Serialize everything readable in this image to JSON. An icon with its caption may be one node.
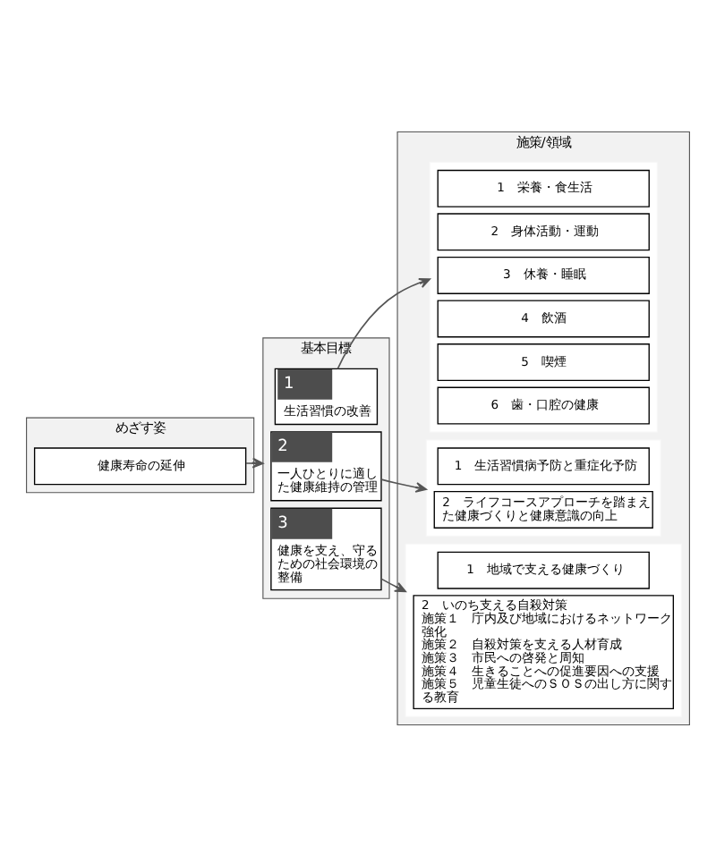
{
  "diagram": {
    "nodes": [
      {
        "text": [
          "めざす姿"
        ]
      },
      {
        "text": [
          "健康寿命の延伸"
        ],
        "in": 0
      },
      {
        "text": [
          "基本目標"
        ]
      },
      {
        "text": [
          "1",
          "生活習慣の改善"
        ],
        "in": 2
      },
      {
        "text": [
          "2",
          "一人ひとりに適した健康維持の管理"
        ],
        "in": 2
      },
      {
        "text": [
          "3",
          "健康を支え、守るための社会環境の整備"
        ],
        "in": 2
      },
      {
        "text": [
          "施策/領域"
        ]
      },
      {
        "text": [],
        "shape": "box",
        "in": 6
      },
      {
        "text": [
          "1　栄養・食生活"
        ],
        "in": 7
      },
      {
        "text": [
          "2　身体活動・運動"
        ],
        "in": 7
      },
      {
        "text": [
          "3　休養・睡眠"
        ],
        "in": 7
      },
      {
        "text": [
          "4　飲酒"
        ],
        "in": 7
      },
      {
        "text": [
          "5　喫煙"
        ],
        "in": 7
      },
      {
        "text": [
          "6　歯・口腔の健康"
        ],
        "in": 7
      },
      {
        "text": [],
        "shape": "box",
        "in": 6
      },
      {
        "text": [
          "1　生活習慣病予防と重症化予防"
        ],
        "in": 14
      },
      {
        "text": [
          "2　ライフコースアプローチを踏まえた健康づくりと健康意識の向上"
        ],
        "in": 14
      },
      {
        "text": [],
        "shape": "box",
        "in": 6
      },
      {
        "text": [
          "1　地域で支える健康づくり"
        ],
        "in": 17
      },
      {
        "text": [
          "2　いのち支える自殺対策",
          "施策１　庁内及び地域におけるネットワーク強化",
          "施策２　自殺対策を支える人材育成",
          "施策３　市民への啓発と周知",
          "施策４　生きることへの促進要因への支援",
          "施策５　児童生徒へのＳＯＳの出し方に関する教育"
        ],
        "in": 17
      }
    ],
    "edges": [
      {
        "from": 1,
        "to": 2,
        "arrow": "to"
      },
      {
        "from": 3,
        "to": 7,
        "arrow": "to"
      },
      {
        "from": 4,
        "to": 14,
        "arrow": "to"
      },
      {
        "from": 5,
        "to": 17,
        "arrow": "to"
      }
    ]
  }
}
